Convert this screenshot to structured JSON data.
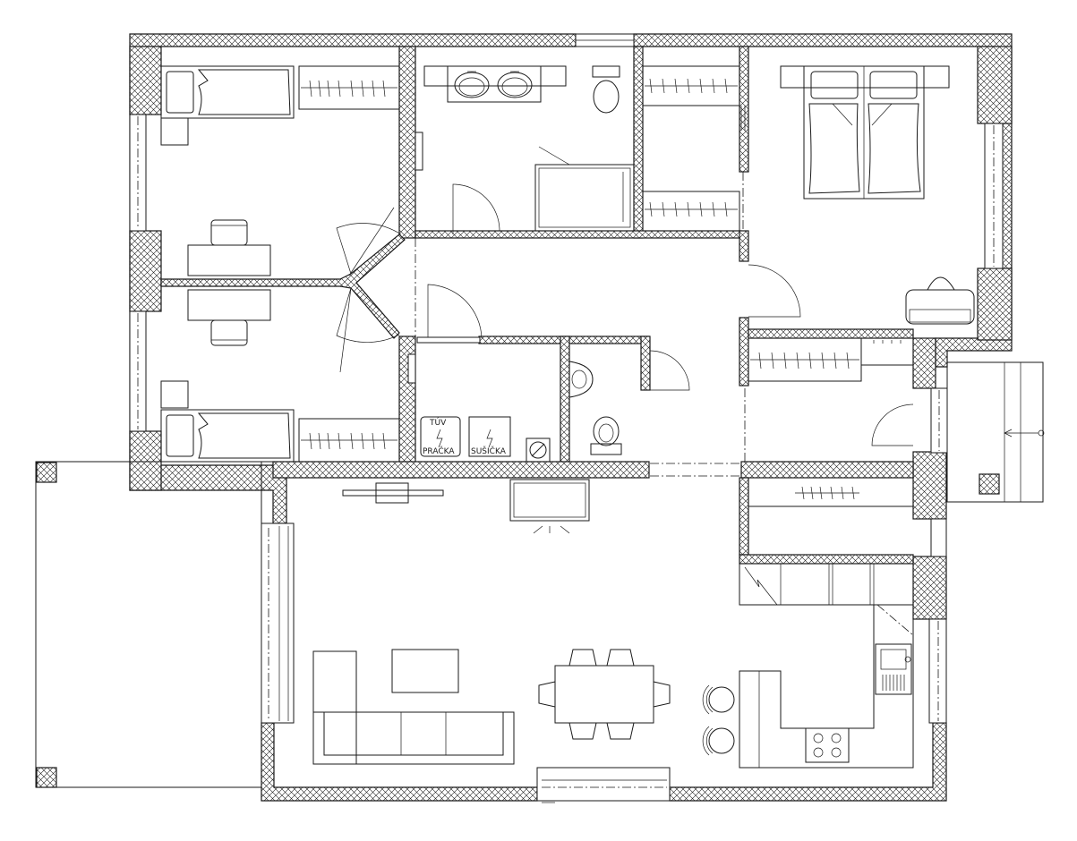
{
  "labels": {
    "tuv": "TÚV",
    "washer": "PRAČKA",
    "dryer": "SUŠIČKA"
  },
  "colors": {
    "line": "#1a1a1a",
    "background": "#ffffff"
  }
}
